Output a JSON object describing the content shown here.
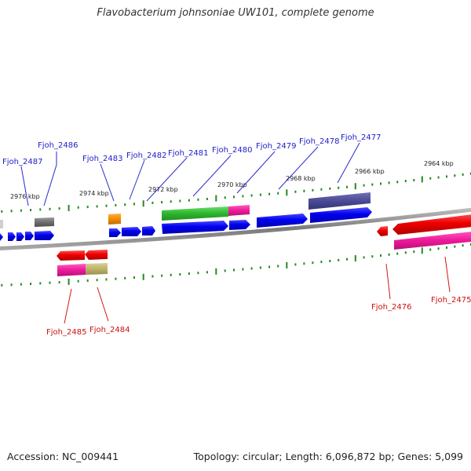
{
  "title": "Flavobacterium johnsoniae UW101, complete genome",
  "footer": {
    "accession": "Accession: NC_009441",
    "summary": "Topology: circular; Length: 6,096,872 bp; Genes: 5,099"
  },
  "colors": {
    "label_forward": "#1d1dc8",
    "label_reverse": "#cc1111",
    "ticks": "#228b22",
    "backbone": "#888888"
  },
  "scale_labels": [
    "2976 kbp",
    "2974 kbp",
    "2972 kbp",
    "2970 kbp",
    "2968 kbp",
    "2966 kbp",
    "2964 kbp"
  ],
  "forward_labels": [
    "Fjoh_2487",
    "Fjoh_2486",
    "Fjoh_2483",
    "Fjoh_2482",
    "Fjoh_2481",
    "Fjoh_2480",
    "Fjoh_2479",
    "Fjoh_2478",
    "Fjoh_2477"
  ],
  "reverse_labels": [
    "Fjoh_2485",
    "Fjoh_2484",
    "Fjoh_2476",
    "Fjoh_2475"
  ]
}
